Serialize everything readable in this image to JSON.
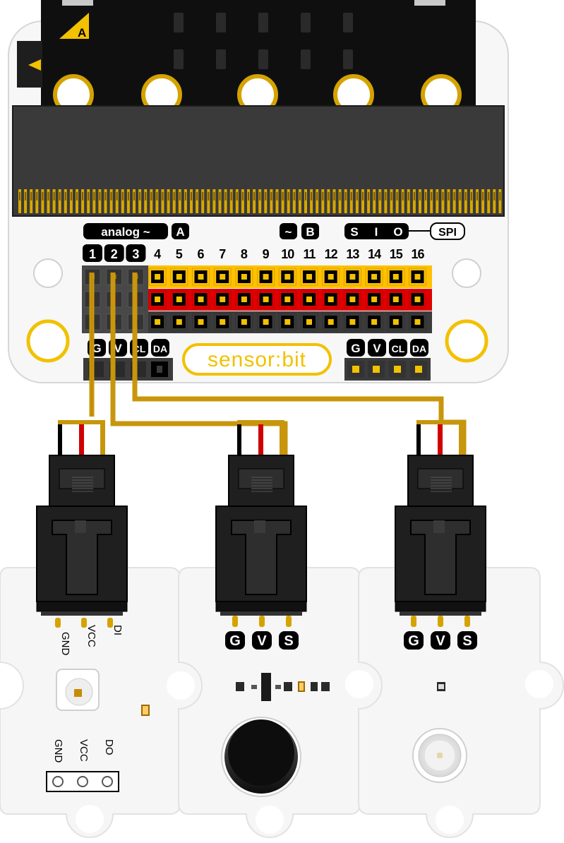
{
  "microbit": {
    "button_a_label": "A"
  },
  "expansion_board": {
    "analog_label": "analog ~",
    "button_a_label": "A",
    "pwm_label": "~",
    "button_b_label": "B",
    "spi_pins": [
      "S",
      "I",
      "O"
    ],
    "spi_label": "SPI",
    "pin_numbers": [
      "1",
      "2",
      "3",
      "4",
      "5",
      "6",
      "7",
      "8",
      "9",
      "10",
      "11",
      "12",
      "13",
      "14",
      "15",
      "16"
    ],
    "i2c_left": [
      "G",
      "V",
      "CL",
      "DA"
    ],
    "i2c_right": [
      "G",
      "V",
      "CL",
      "DA"
    ],
    "logo": "sensor:bit"
  },
  "modules": {
    "rgb_led": {
      "top_pins": [
        "GND",
        "VCC",
        "DI"
      ],
      "bottom_pins": [
        "GND",
        "VCC",
        "DO"
      ]
    },
    "sound_sensor": {
      "pins": [
        "G",
        "V",
        "S"
      ]
    },
    "light_sensor": {
      "pins": [
        "G",
        "V",
        "S"
      ]
    }
  },
  "colors": {
    "yellow_header": "#ffc000",
    "red_header": "#e00000",
    "black_header": "#3b3b3b",
    "wire_gold": "#c8960c",
    "gold_pad": "#d4a300",
    "board_white": "#f7f7f7"
  }
}
